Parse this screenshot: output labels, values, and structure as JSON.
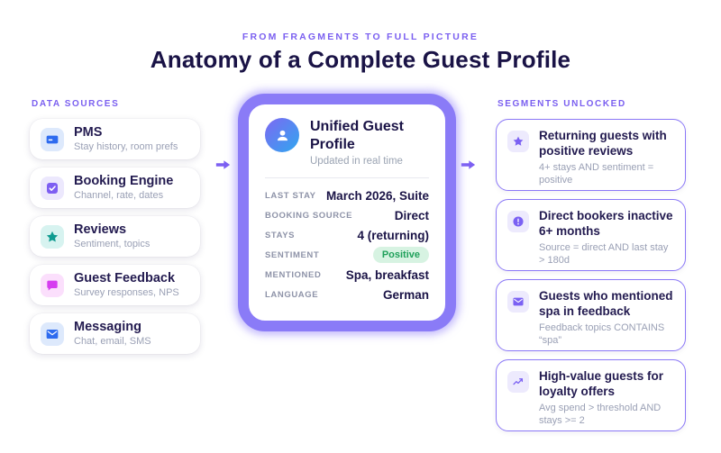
{
  "header": {
    "eyebrow": "FROM FRAGMENTS TO FULL PICTURE",
    "title": "Anatomy of a Complete Guest Profile"
  },
  "colors": {
    "accent_purple": "#7c5ff2",
    "frame_purple": "#8a7bf7",
    "heading_navy": "#1a1346",
    "muted_gray": "#9aa0b5",
    "pms_blue": "#2e6bef",
    "reviews_teal": "#0f9b90",
    "feedback_magenta": "#d63df0",
    "positive_badge_bg": "#d7f3e2",
    "positive_badge_text": "#1fa05a",
    "avatar_gradient_start": "#7e68f2",
    "avatar_gradient_end": "#2fa7f0"
  },
  "left_column": {
    "label": "DATA SOURCES",
    "cards": [
      {
        "title": "PMS",
        "subtitle": "Stay history, room prefs",
        "icon": "pms-card-icon"
      },
      {
        "title": "Booking Engine",
        "subtitle": "Channel, rate, dates",
        "icon": "checkbox-icon"
      },
      {
        "title": "Reviews",
        "subtitle": "Sentiment, topics",
        "icon": "star-icon"
      },
      {
        "title": "Guest Feedback",
        "subtitle": "Survey responses, NPS",
        "icon": "chat-bubble-icon"
      },
      {
        "title": "Messaging",
        "subtitle": "Chat, email, SMS",
        "icon": "envelope-icon"
      }
    ]
  },
  "center_card": {
    "title": "Unified Guest Profile",
    "subtitle": "Updated in real time",
    "avatar_icon": "person-icon",
    "rows": [
      {
        "label": "LAST STAY",
        "value": "March 2026, Suite"
      },
      {
        "label": "BOOKING SOURCE",
        "value": "Direct"
      },
      {
        "label": "STAYS",
        "value": "4 (returning)"
      },
      {
        "label": "SENTIMENT",
        "value": "Positive"
      },
      {
        "label": "MENTIONED",
        "value": "Spa, breakfast"
      },
      {
        "label": "LANGUAGE",
        "value": "German"
      }
    ]
  },
  "right_column": {
    "label": "SEGMENTS UNLOCKED",
    "cards": [
      {
        "title": "Returning guests with positive reviews",
        "subtitle": "4+ stays AND sentiment = positive",
        "icon": "star-icon"
      },
      {
        "title": "Direct bookers inactive 6+ months",
        "subtitle": "Source = direct AND last stay > 180d",
        "icon": "alert-circle-icon"
      },
      {
        "title": "Guests who mentioned spa in feedback",
        "subtitle": "Feedback topics CONTAINS “spa”",
        "icon": "envelope-icon"
      },
      {
        "title": "High-value guests for loyalty offers",
        "subtitle": "Avg spend > threshold AND stays >= 2",
        "icon": "trend-up-icon"
      }
    ]
  }
}
